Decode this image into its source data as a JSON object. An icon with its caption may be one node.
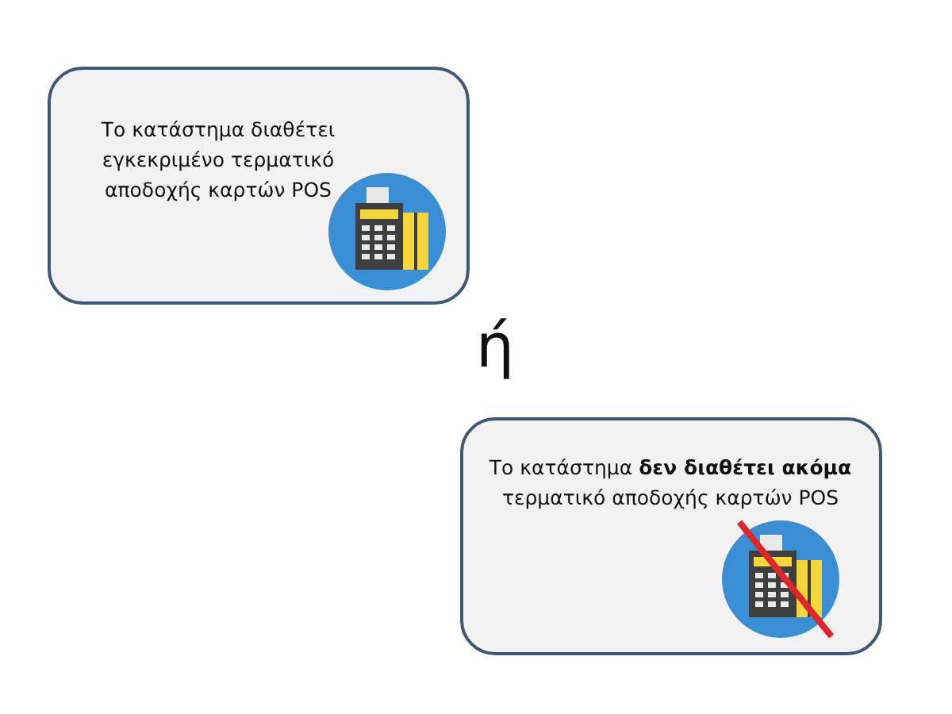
{
  "diagram": {
    "nodes": [
      {
        "text": [
          "Το κατάστημα διαθέτει εγκεκριμένο τερματικό αποδοχής καρτών POS"
        ]
      },
      {
        "text": [
          "Το κατάστημα **δεν διαθέτει ακόμα** τερματικό αποδοχής καρτών POS"
        ]
      }
    ],
    "labels": [
      "ή"
    ]
  }
}
